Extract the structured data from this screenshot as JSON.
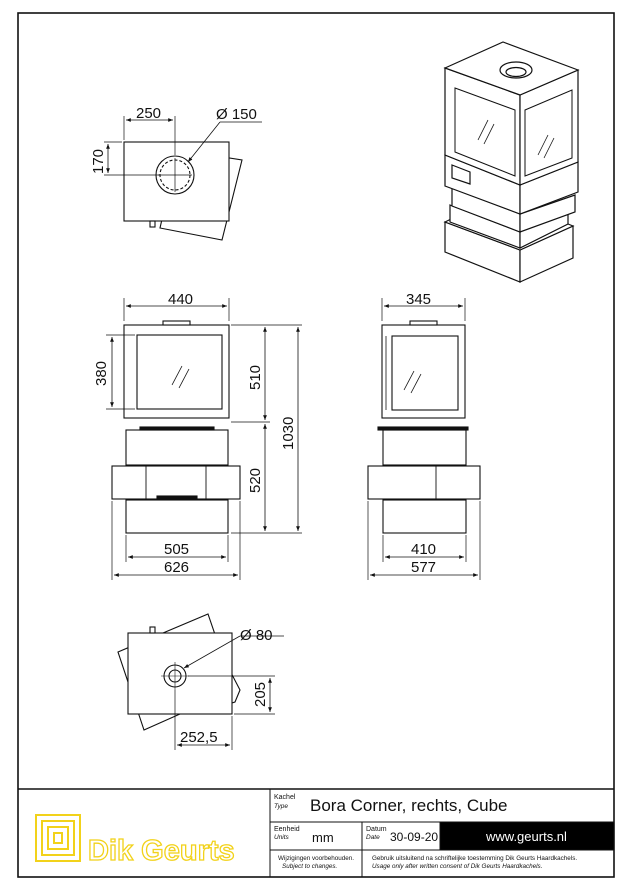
{
  "drawing": {
    "top_view": {
      "dim_width": "250",
      "dim_height": "170",
      "dim_flue": "Ø 150"
    },
    "front_view": {
      "dim_top_width": "440",
      "dim_glass_height": "380",
      "dim_upper_height": "510",
      "dim_lower_height": "520",
      "dim_total_height": "1030",
      "dim_base_width": "505",
      "dim_total_width": "626"
    },
    "side_view": {
      "dim_top_width": "345",
      "dim_base_width": "410",
      "dim_total_width": "577"
    },
    "bottom_view": {
      "dim_inlet": "Ø 80",
      "dim_offset_y": "205",
      "dim_offset_x": "252,5"
    }
  },
  "title_block": {
    "logo_text": "Dik Geurts",
    "type_label": "Kachel",
    "type_label_en": "Type",
    "type_value": "Bora Corner, rechts, Cube",
    "unit_label": "Eenheid",
    "unit_label_en": "Units",
    "unit_value": "mm",
    "date_label": "Datum",
    "date_label_en": "Date",
    "date_value": "30-09-20",
    "website": "www.geurts.nl",
    "note_change": "Wijzigingen voorbehouden.",
    "note_change_en": "Subject to changes.",
    "note_usage": "Gebruik uitsluitend na schriftelijke toestemming Dik Geurts Haardkachels.",
    "note_usage_en": "Usage only after written consent of Dik Geurts Haardkachels."
  },
  "colors": {
    "line": "#111111",
    "accent_yellow": "#f2d21a",
    "black": "#000000"
  }
}
